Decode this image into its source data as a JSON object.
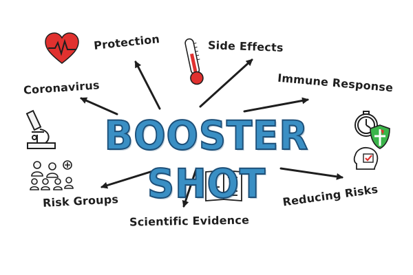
{
  "diagram": {
    "title": "BOOSTER SHOT",
    "labels": {
      "protection": "Protection",
      "side_effects": "Side Effects",
      "coronavirus": "Coronavirus",
      "immune_response": "Immune Response",
      "risk_groups": "Risk Groups",
      "scientific_evidence": "Scientific Evidence",
      "reducing_risks": "Reducing Risks"
    },
    "colors": {
      "title_fill": "#3a8fc4",
      "title_outline": "#1d4f78",
      "heart": "#e0312f",
      "shield_green": "#3bb54a",
      "ink": "#1e1e1e"
    },
    "icons": [
      "heart-pulse-icon",
      "thermometer-icon",
      "microscope-icon",
      "stopwatch-icon",
      "shield-icon",
      "people-group-icon",
      "document-checklist-icon",
      "head-checkmark-icon"
    ]
  }
}
